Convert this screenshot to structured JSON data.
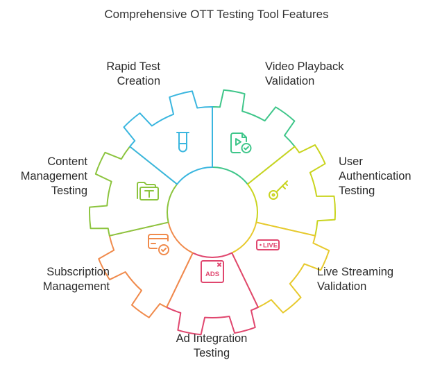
{
  "title": "Comprehensive OTT Testing Tool Features",
  "segments": [
    {
      "id": "rapid-test-creation",
      "lines": [
        "Rapid Test",
        "Creation"
      ],
      "color": "#3ab6df",
      "icon": "test-tube-icon"
    },
    {
      "id": "video-playback-validation",
      "lines": [
        "Video Playback",
        "Validation"
      ],
      "color": "#3fc68a",
      "icon": "video-file-check-icon"
    },
    {
      "id": "user-authentication-testing",
      "lines": [
        "User",
        "Authentication",
        "Testing"
      ],
      "color": "#c9d41e",
      "icon": "key-icon"
    },
    {
      "id": "live-streaming-validation",
      "lines": [
        "Live Streaming",
        "Validation"
      ],
      "color": "#e7c92c",
      "icon": "live-badge-icon",
      "icon_text": "LIVE"
    },
    {
      "id": "ad-integration-testing",
      "lines": [
        "Ad Integration",
        "Testing"
      ],
      "color": "#e0466e",
      "icon": "ads-window-icon",
      "icon_text": "ADS"
    },
    {
      "id": "subscription-management",
      "lines": [
        "Subscription",
        "Management"
      ],
      "color": "#f08a4b",
      "icon": "credit-card-check-icon"
    },
    {
      "id": "content-management-testing",
      "lines": [
        "Content",
        "Management",
        "Testing"
      ],
      "color": "#8cc43e",
      "icon": "folder-text-icon"
    }
  ]
}
